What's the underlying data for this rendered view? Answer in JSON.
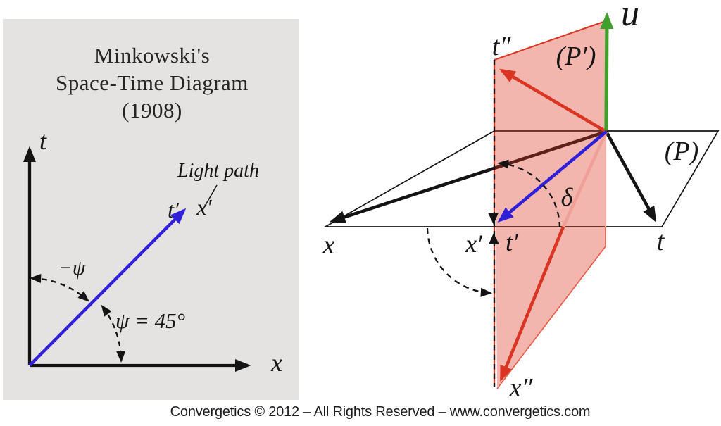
{
  "caption": {
    "text": "Convergetics © 2012 – All Rights Reserved – www.convergetics.com"
  },
  "colors": {
    "panel_bg": "#e4e3e2",
    "axis_black": "#141414",
    "blue": "#2f1fd8",
    "red": "#da3423",
    "green": "#3fa02c",
    "plane_fill": "rgba(221,58,36,0.37)",
    "hidden_pink": "#f0a096",
    "pale_plane_edge": "#f3b2a9"
  },
  "left_panel": {
    "title": {
      "line1": "Minkowski's",
      "line2": "Space-Time Diagram",
      "line3": "(1908)"
    },
    "labels": {
      "t_axis": "t",
      "x_axis": "x",
      "t_prime": "t′",
      "x_prime": "x′",
      "light_path": "Light path",
      "minus_psi": "−ψ",
      "psi_value": "ψ = 45°"
    }
  },
  "right_panel": {
    "labels": {
      "u_axis": "u",
      "t_double_prime": "t″",
      "plane_p_prime": "(P′)",
      "plane_p": "(P)",
      "x_axis": "x",
      "x_prime": "x′",
      "t_prime": "t′",
      "t_axis": "t",
      "delta": "δ",
      "x_double_prime": "x″"
    }
  }
}
